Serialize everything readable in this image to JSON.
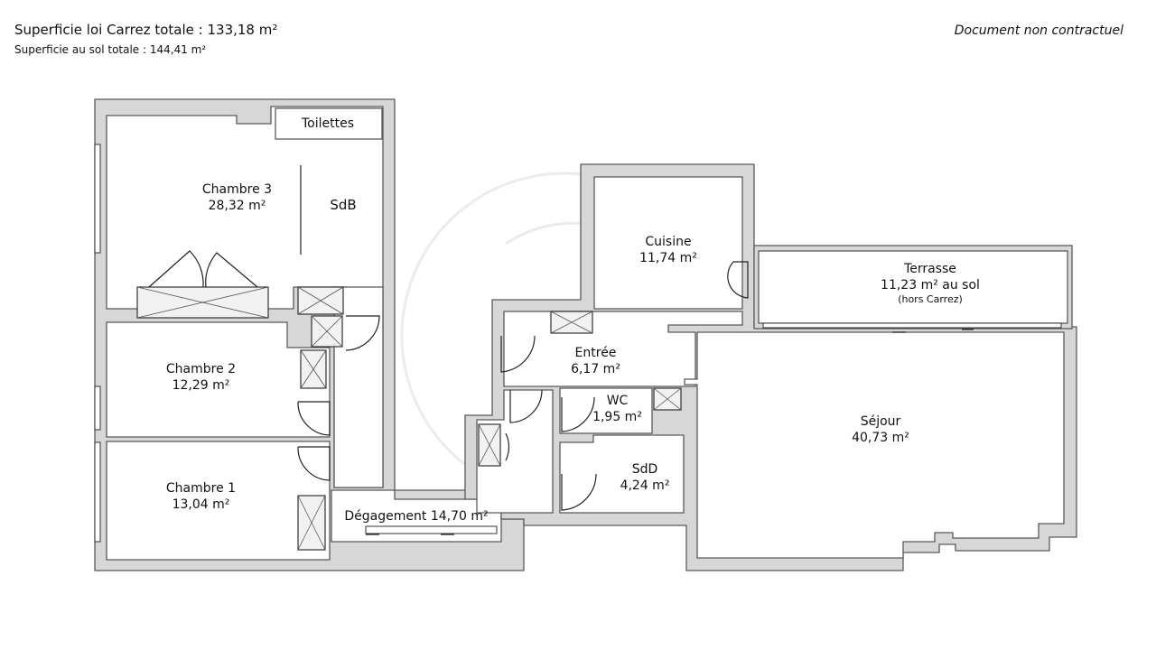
{
  "header": {
    "carrez_total": "Superficie loi Carrez totale : 133,18 m²",
    "floor_total": "Superficie au sol totale : 144,41 m²",
    "disclaimer": "Document non contractuel"
  },
  "rooms": {
    "toilettes": {
      "name": "Toilettes"
    },
    "chambre3": {
      "name": "Chambre 3",
      "area": "28,32 m²"
    },
    "sdb": {
      "name": "SdB"
    },
    "chambre2": {
      "name": "Chambre 2",
      "area": "12,29 m²"
    },
    "chambre1": {
      "name": "Chambre 1",
      "area": "13,04 m²"
    },
    "degagement": {
      "name": "Dégagement 14,70 m²"
    },
    "cuisine": {
      "name": "Cuisine",
      "area": "11,74 m²"
    },
    "terrasse": {
      "name": "Terrasse",
      "area": "11,23 m² au sol",
      "note": "(hors Carrez)"
    },
    "entree": {
      "name": "Entrée",
      "area": "6,17 m²"
    },
    "wc": {
      "name": "WC",
      "area": "1,95 m²"
    },
    "sdd": {
      "name": "SdD",
      "area": "4,24 m²"
    },
    "sejour": {
      "name": "Séjour",
      "area": "40,73 m²"
    }
  }
}
